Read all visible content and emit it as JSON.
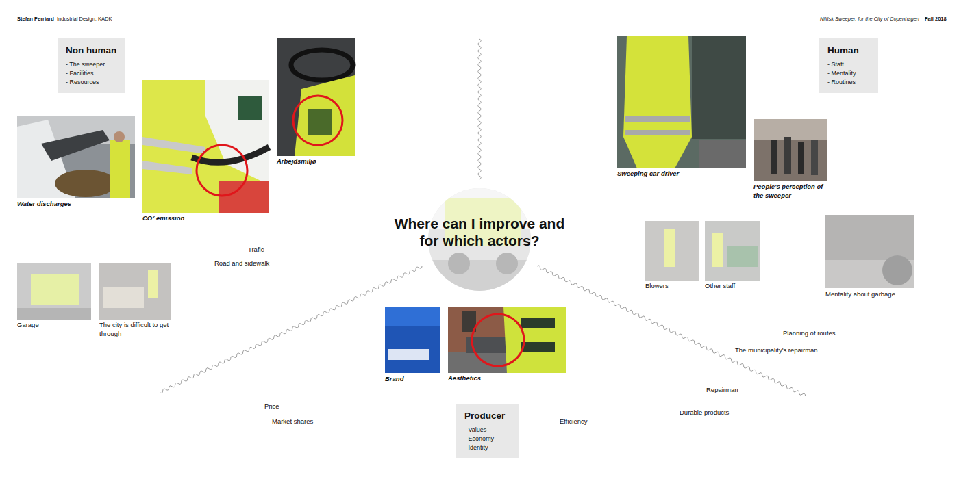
{
  "diagram": {
    "title": "Where can I improve and for which actors?",
    "nodes": [
      {
        "text": [
          "Non human",
          "- The sweeper",
          "- Facilities",
          "- Resources"
        ]
      },
      {
        "text": [
          "Human",
          "- Staff",
          "- Mentality",
          "- Routines"
        ]
      },
      {
        "text": [
          "Producer",
          "- Values",
          "- Economy",
          "- Identity"
        ]
      }
    ],
    "labels": [
      "Stefan Perriard",
      "Industrial Design, KADK",
      "Nilfisk Sweeper, for the City of Copenhagen",
      "Fall 2018",
      "Water discharges",
      "CO² emission",
      "Arbejdsmiljø",
      "Trafic",
      "Road and sidewalk",
      "Garage",
      "The city is difficult to get through",
      "Sweeping car driver",
      "People's perception of the sweeper",
      "Blowers",
      "Other staff",
      "Mentality about garbage",
      "Planning of routes",
      "The municipality's repairman",
      "Repairman",
      "Durable products",
      "Brand",
      "Aesthetics",
      "Price",
      "Market shares",
      "Efficiency"
    ]
  }
}
